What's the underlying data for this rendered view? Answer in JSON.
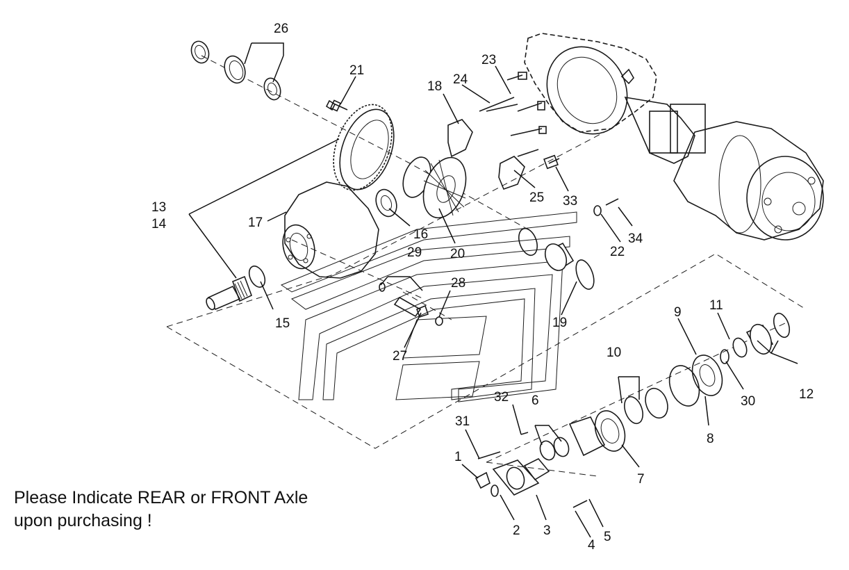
{
  "diagram": {
    "labels": {
      "1": "1",
      "2": "2",
      "3": "3",
      "4": "4",
      "5": "5",
      "6": "6",
      "7": "7",
      "8": "8",
      "9": "9",
      "10": "10",
      "11": "11",
      "12": "12",
      "13": "13",
      "14": "14",
      "15": "15",
      "16": "16",
      "17": "17",
      "18": "18",
      "19": "19",
      "20": "20",
      "21": "21",
      "22": "22",
      "23": "23",
      "24": "24",
      "25": "25",
      "26": "26",
      "27": "27",
      "28": "28",
      "29": "29",
      "30": "30",
      "31": "31",
      "32": "32",
      "33": "33",
      "34": "34"
    }
  },
  "note": {
    "line1": "Please Indicate REAR or FRONT Axle",
    "line2": "upon purchasing !"
  }
}
